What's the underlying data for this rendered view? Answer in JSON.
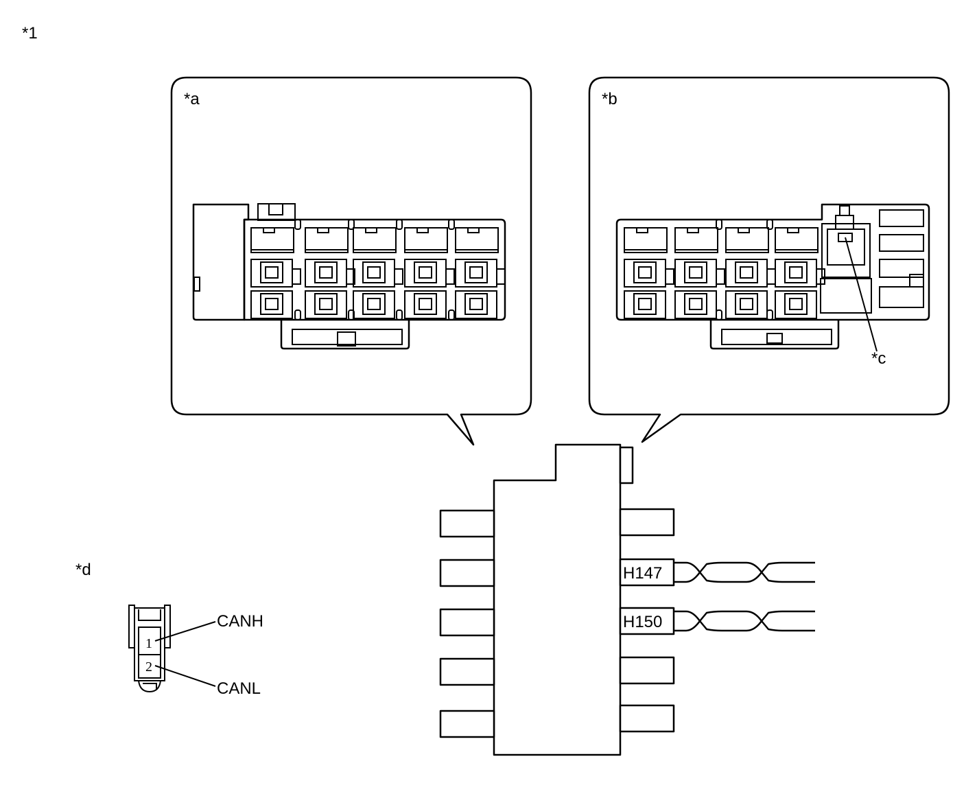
{
  "labels": {
    "figure": "*1",
    "callout_a": "*a",
    "callout_b": "*b",
    "callout_c": "*c",
    "callout_d": "*d"
  },
  "harness_connectors": {
    "upper": "H147",
    "lower": "H150"
  },
  "can_connector": {
    "pin1_number": "1",
    "pin2_number": "2",
    "pin1_signal": "CANH",
    "pin2_signal": "CANL"
  }
}
